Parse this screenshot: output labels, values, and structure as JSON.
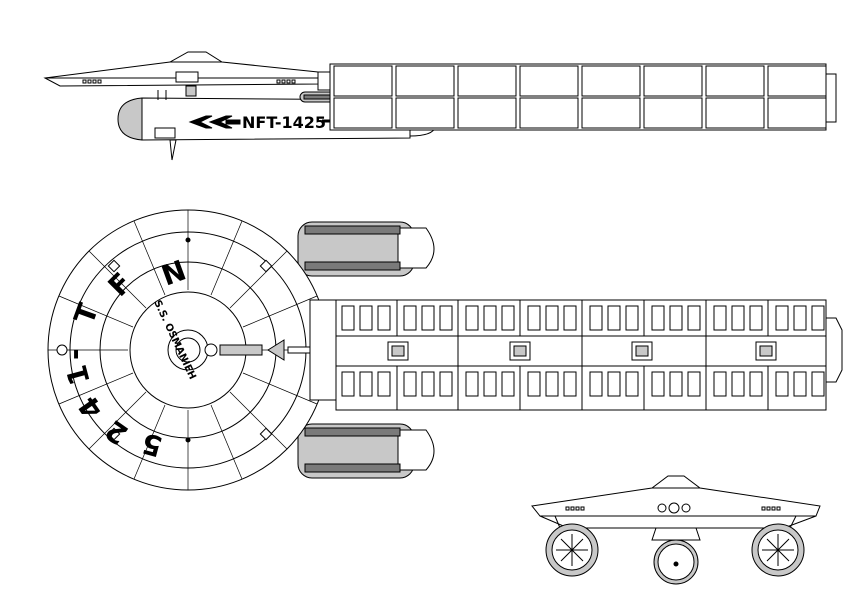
{
  "side_view": {
    "registry": "NFT-1425"
  },
  "top_view": {
    "registry_chars": [
      "N",
      "F",
      "T",
      "-",
      "1",
      "4",
      "2",
      "5"
    ],
    "ship_name": "S.S. OSMANIEH"
  },
  "front_view": {},
  "colors": {
    "line": "#000000",
    "fill_light": "#ffffff",
    "fill_gray": "#c8c8c8",
    "fill_dark": "#7a7a7a"
  }
}
